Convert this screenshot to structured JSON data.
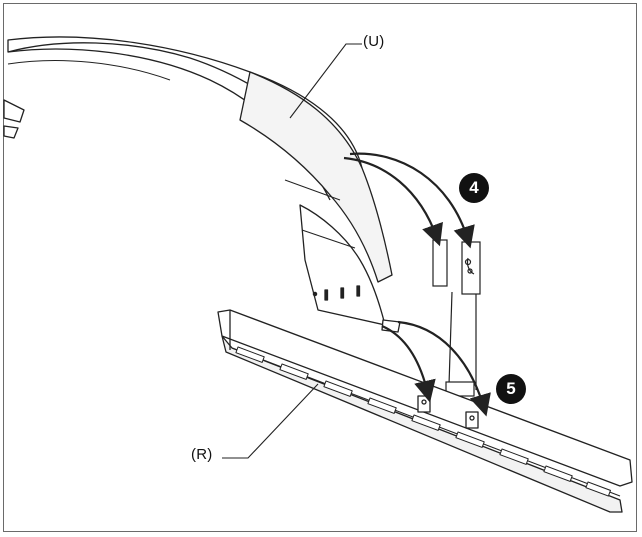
{
  "labels": {
    "upper_part": "(U)",
    "rail": "(R)"
  },
  "steps": {
    "step_4": "4",
    "step_5": "5"
  },
  "colors": {
    "line": "#222222",
    "fill": "#ffffff",
    "shade": "#e6e6e6",
    "step_badge": "#111111"
  }
}
